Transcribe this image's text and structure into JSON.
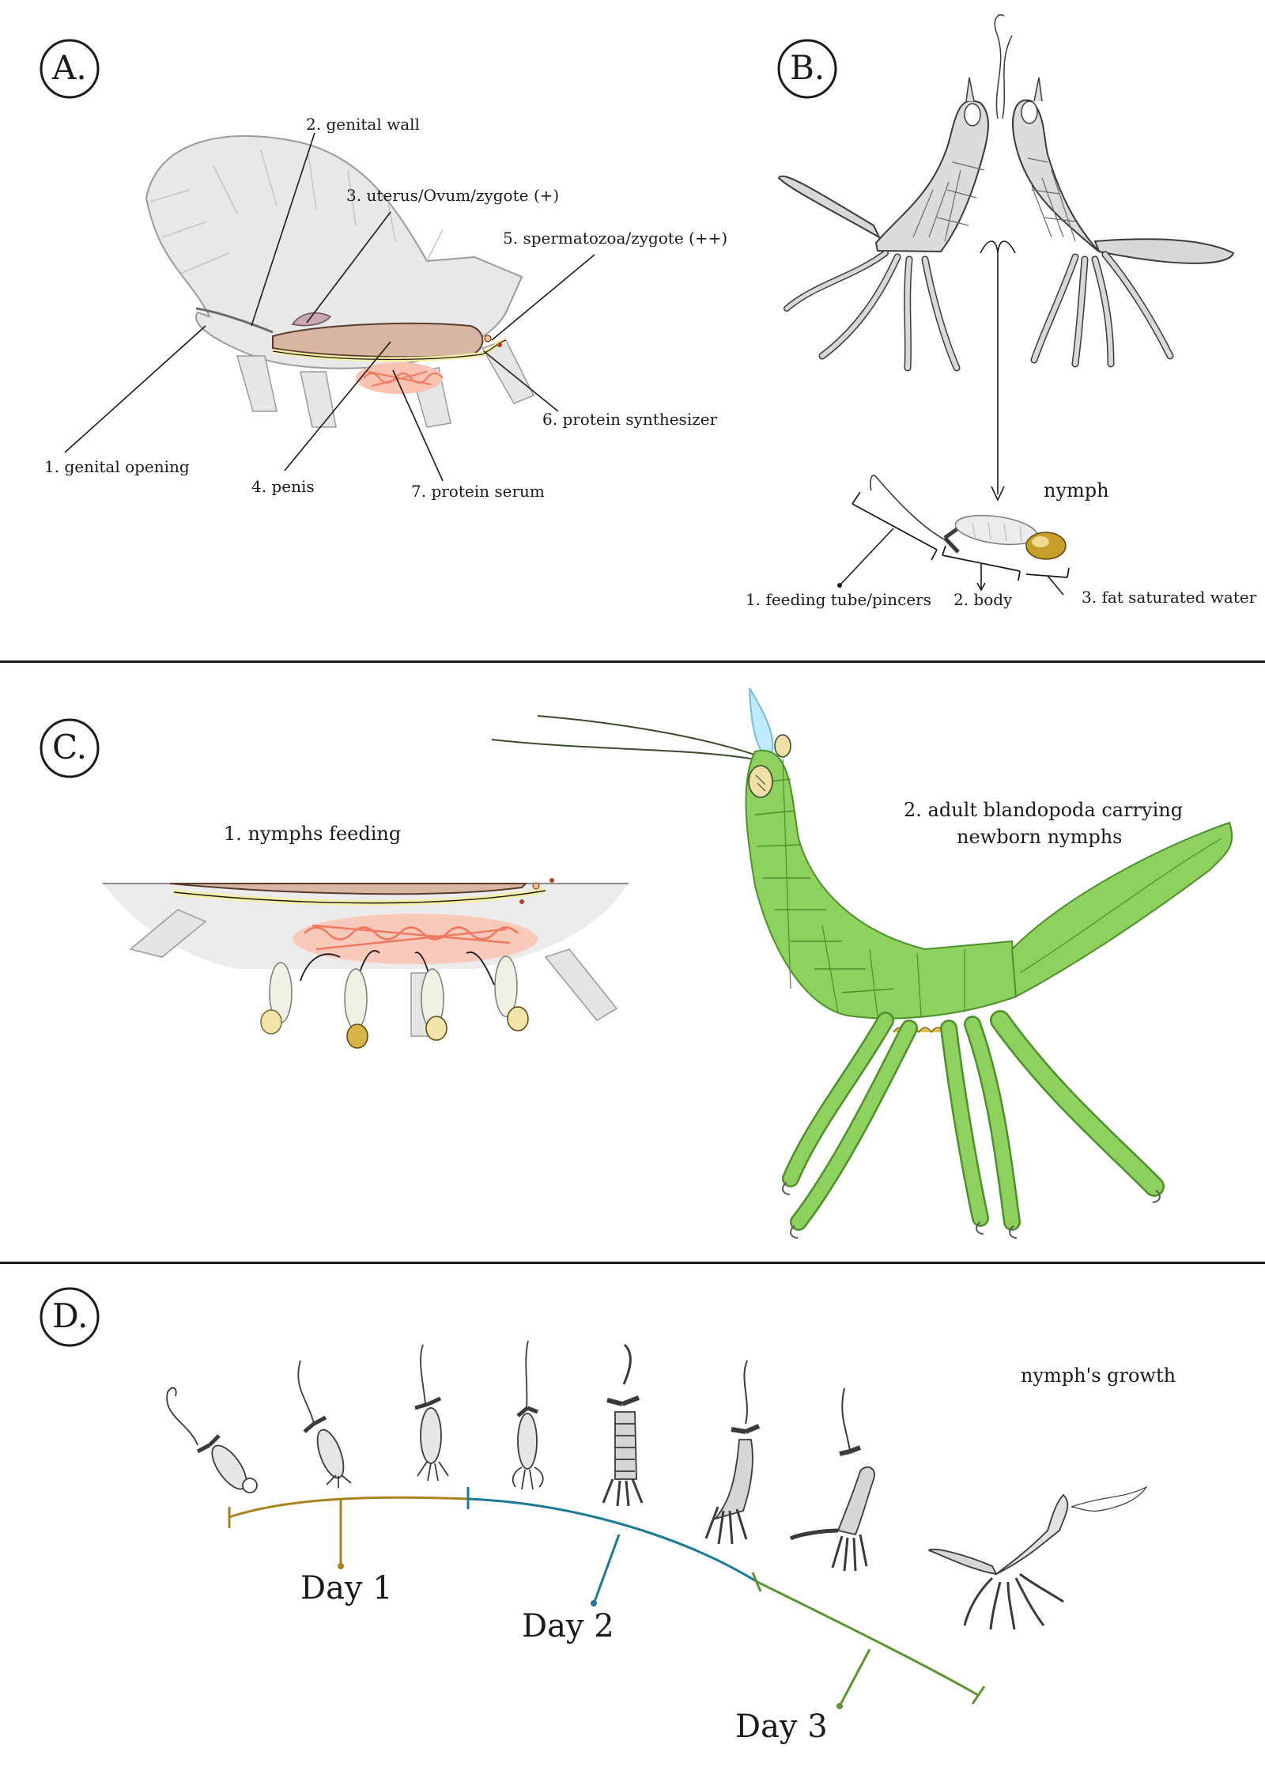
{
  "panel_a": {
    "letter": "A.",
    "labels": {
      "genital_wall": "2. genital wall",
      "uterus": "3. uterus/Ovum/zygote (+)",
      "spermatozoa": "5. spermatozoa/zygote (++)",
      "protein_synth": "6. protein synthesizer",
      "genital_opening": "1. genital opening",
      "penis": "4. penis",
      "protein_serum": "7. protein serum"
    }
  },
  "panel_b": {
    "letter": "B.",
    "labels": {
      "nymph": "nymph",
      "feeding_tube": "1. feeding tube/pincers",
      "body": "2. body",
      "fat_water": "3. fat saturated water"
    }
  },
  "panel_c": {
    "letter": "C.",
    "labels": {
      "nymphs_feeding": "1. nymphs feeding",
      "adult_line1": "2. adult blandopoda carrying",
      "adult_line2": "newborn nymphs"
    }
  },
  "panel_d": {
    "letter": "D.",
    "labels": {
      "growth": "nymph's growth",
      "day1": "Day 1",
      "day2": "Day 2",
      "day3": "Day 3"
    }
  },
  "colors": {
    "ink": "#1a1a1a",
    "body_gray": "#e6e6e6",
    "penis_tan": "#d9b5a3",
    "serum_red": "#f07a5f",
    "yellow_tube": "#f5eea6",
    "adult_green": "#7fc84f",
    "day1": "#a8821e",
    "day2": "#1d7a96",
    "day3": "#5f9434"
  }
}
